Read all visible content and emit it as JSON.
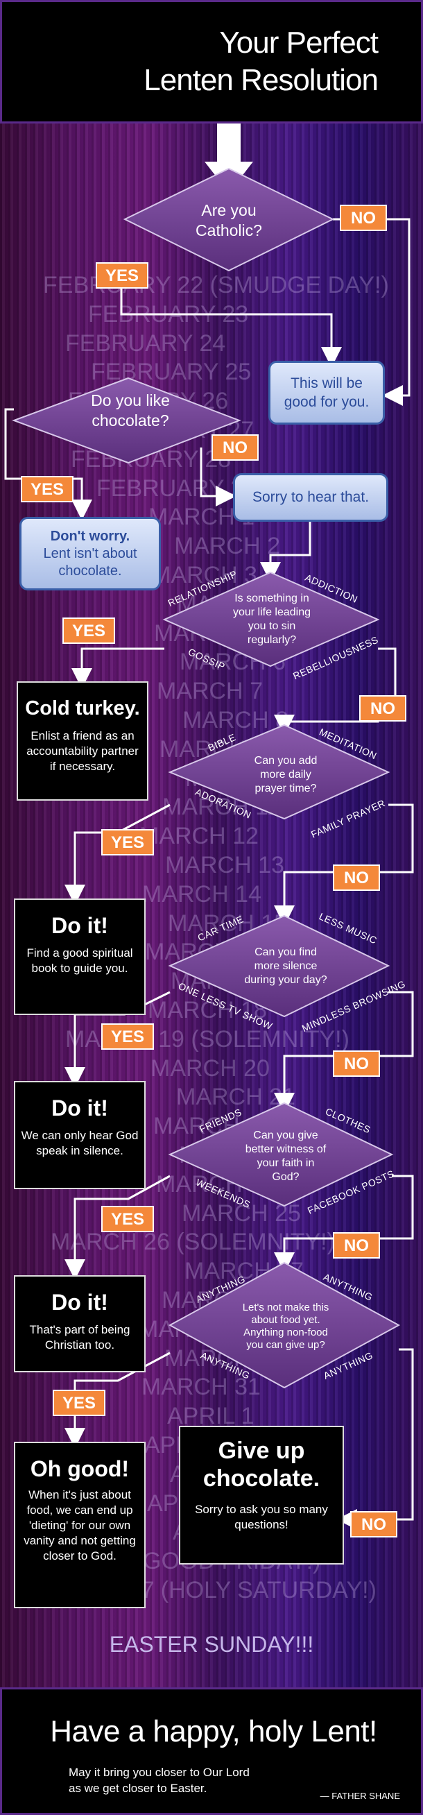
{
  "header": {
    "title_line1": "Your Perfect",
    "title_line2": "Lenten Resolution"
  },
  "calendar": [
    {
      "text": "FEBRUARY 22   (SMUDGE DAY!)"
    },
    {
      "text": "FEBRUARY 23"
    },
    {
      "text": "FEBRUARY 24"
    },
    {
      "text": "FEBRUARY 25"
    },
    {
      "text": "FEBRUARY 26"
    },
    {
      "text": "FEBRUARY 27"
    },
    {
      "text": "FEBRUARY 28"
    },
    {
      "text": "FEBRUARY 29"
    },
    {
      "text": "MARCH 1"
    },
    {
      "text": "MARCH 2"
    },
    {
      "text": "MARCH 3"
    },
    {
      "text": "MARCH 4"
    },
    {
      "text": "MARCH 5"
    },
    {
      "text": "MARCH 6"
    },
    {
      "text": "MARCH 7"
    },
    {
      "text": "MARCH 8"
    },
    {
      "text": "MARCH 9"
    },
    {
      "text": "MARCH 10"
    },
    {
      "text": "MARCH 11"
    },
    {
      "text": "MARCH 12"
    },
    {
      "text": "MARCH 13"
    },
    {
      "text": "MARCH 14"
    },
    {
      "text": "MARCH 15"
    },
    {
      "text": "MARCH 16"
    },
    {
      "text": "MARCH 17"
    },
    {
      "text": "MARCH 18"
    },
    {
      "text": "MARCH 19   (SOLEMNITY!)"
    },
    {
      "text": "MARCH 20"
    },
    {
      "text": "MARCH 21"
    },
    {
      "text": "MARCH 22"
    },
    {
      "text": "MARCH 23"
    },
    {
      "text": "MARCH 24"
    },
    {
      "text": "MARCH 25"
    },
    {
      "text": "MARCH 26   (SOLEMNITY!)"
    },
    {
      "text": "MARCH 27"
    },
    {
      "text": "MARCH 28"
    },
    {
      "text": "MARCH 29"
    },
    {
      "text": "MARCH 30"
    },
    {
      "text": "MARCH 31"
    },
    {
      "text": "APRIL 1"
    },
    {
      "text": "APRIL 2"
    },
    {
      "text": "APRIL 3"
    },
    {
      "text": "APRIL 4"
    },
    {
      "text": "APRIL 5"
    },
    {
      "text": "APRIL 6   (GOOD FRIDAY!)"
    },
    {
      "text": "APRIL 7   (HOLY SATURDAY!)"
    }
  ],
  "easter": "EASTER SUNDAY!!!",
  "q_catholic": {
    "line1": "Are you",
    "line2": "Catholic?"
  },
  "q_chocolate": {
    "line1": "Do you like",
    "line2": "chocolate?"
  },
  "q_sin": {
    "line1": "Is something  in",
    "line2": "your life leading",
    "line3": "you to sin",
    "line4": "regularly?"
  },
  "q_prayer": {
    "line1": "Can you add",
    "line2": "more daily",
    "line3": "prayer time?"
  },
  "q_silence": {
    "line1": "Can you find",
    "line2": "more silence",
    "line3": "during your day?"
  },
  "q_witness": {
    "line1": "Can you give",
    "line2": "better witness of",
    "line3": "your faith in",
    "line4": "God?"
  },
  "q_food": {
    "line1": "Let's not make this",
    "line2": "about food yet.",
    "line3": "Anything non-food",
    "line4": "you can give up?"
  },
  "labels": {
    "relationship": "RELATIONSHIP",
    "addiction": "ADDICTION",
    "gossip": "GOSSIP",
    "rebelliousness": "REBELLIOUSNESS",
    "bible": "BIBLE",
    "meditation": "MEDITATION",
    "adoration": "ADORATION",
    "family_prayer": "FAMILY PRAYER",
    "car_time": "CAR TIME",
    "less_music": "LESS MUSIC",
    "one_less_tv": "ONE LESS TV SHOW",
    "mindless": "MINDLESS BROWSING",
    "friends": "FRIENDS",
    "clothes": "CLOTHES",
    "weekends": "WEEKENDS",
    "facebook": "FACEBOOK POSTS",
    "anything": "ANYTHING"
  },
  "tags": {
    "yes": "YES",
    "no": "NO"
  },
  "box_good": {
    "line1": "This will be",
    "line2": "good for you."
  },
  "box_sorry": {
    "text": "Sorry to hear that."
  },
  "box_dontworry": {
    "head": "Don't worry.",
    "line1": "Lent isn't about",
    "line2": "chocolate."
  },
  "box_coldturkey": {
    "head": "Cold turkey.",
    "text": "Enlist a friend  as an accountability partner if necessary."
  },
  "box_doit1": {
    "head": "Do it!",
    "text": "Find a good spiritual book to guide you."
  },
  "box_doit2": {
    "head": "Do it!",
    "text": "We can only hear God speak in silence."
  },
  "box_doit3": {
    "head": "Do it!",
    "text": "That's part of being Christian too."
  },
  "box_ohgood": {
    "head": "Oh good!",
    "text": "When it's just about food, we can end up 'dieting' for our own vanity and not getting closer to God."
  },
  "box_giveup": {
    "head_line1": "Give up",
    "head_line2": "chocolate.",
    "text": "Sorry to ask you so many questions!"
  },
  "footer": {
    "main": "Have a happy, holy Lent!",
    "sub_line1": "May it bring you closer to Our Lord",
    "sub_line2": "as we get closer to Easter.",
    "signature": "— FATHER SHANE"
  },
  "colors": {
    "diamond": "#6a3c8a",
    "tag": "#f4883a",
    "blue_box": "#c4d3f3",
    "header_bg": "#000000"
  }
}
